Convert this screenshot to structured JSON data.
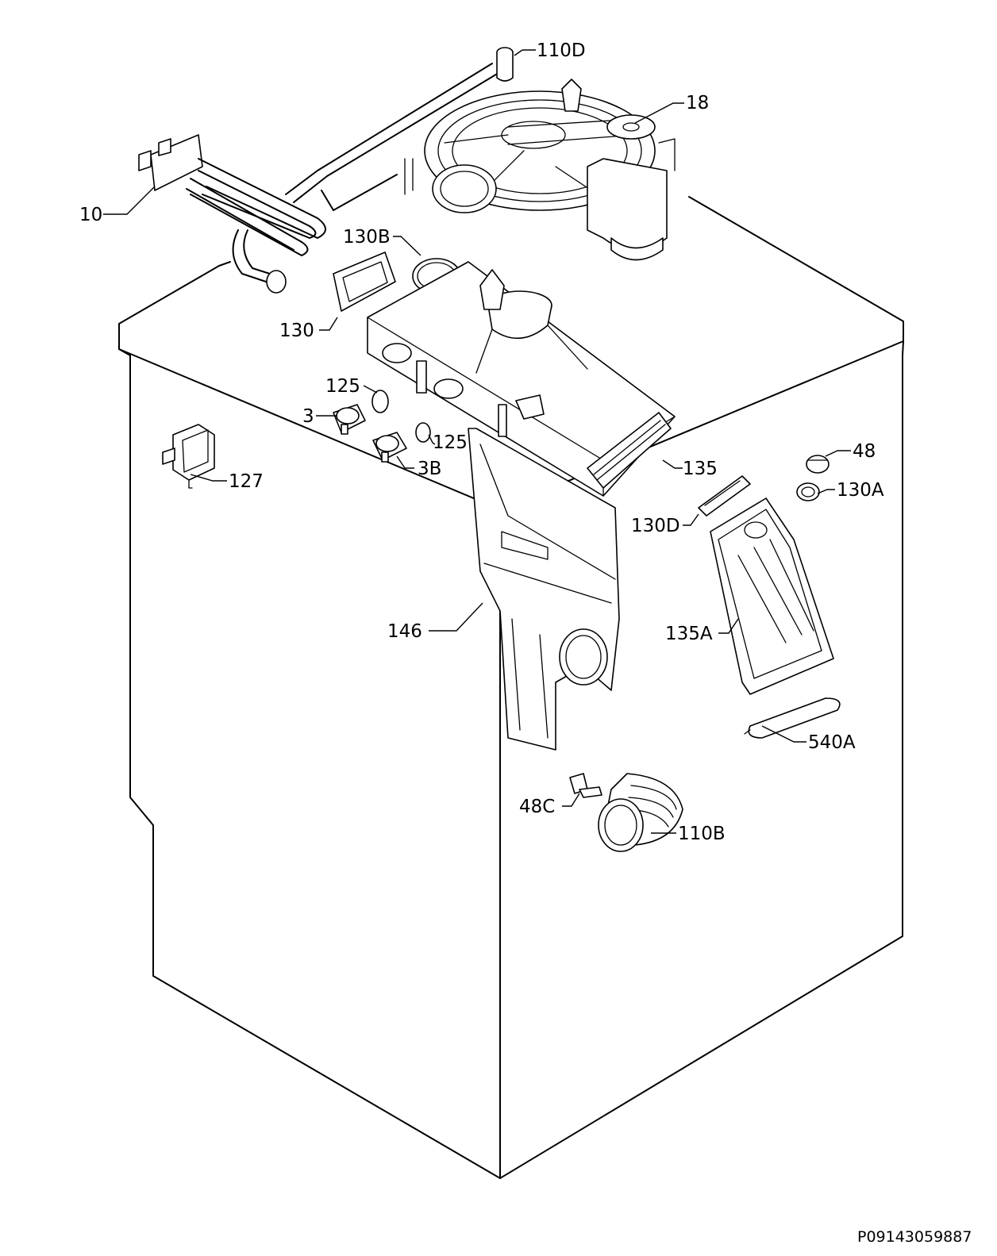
{
  "labels": {
    "p110D": "110D",
    "p18": "18",
    "p10": "10",
    "p130B": "130B",
    "p130": "130",
    "p125a": "125",
    "p3": "3",
    "p125b": "125",
    "p3B": "3B",
    "p127": "127",
    "p135": "135",
    "p48": "48",
    "p130A": "130A",
    "p130D": "130D",
    "p146": "146",
    "p135A": "135A",
    "p540A": "540A",
    "p48C": "48C",
    "p110B": "110B"
  },
  "reference_code": "P09143059887"
}
